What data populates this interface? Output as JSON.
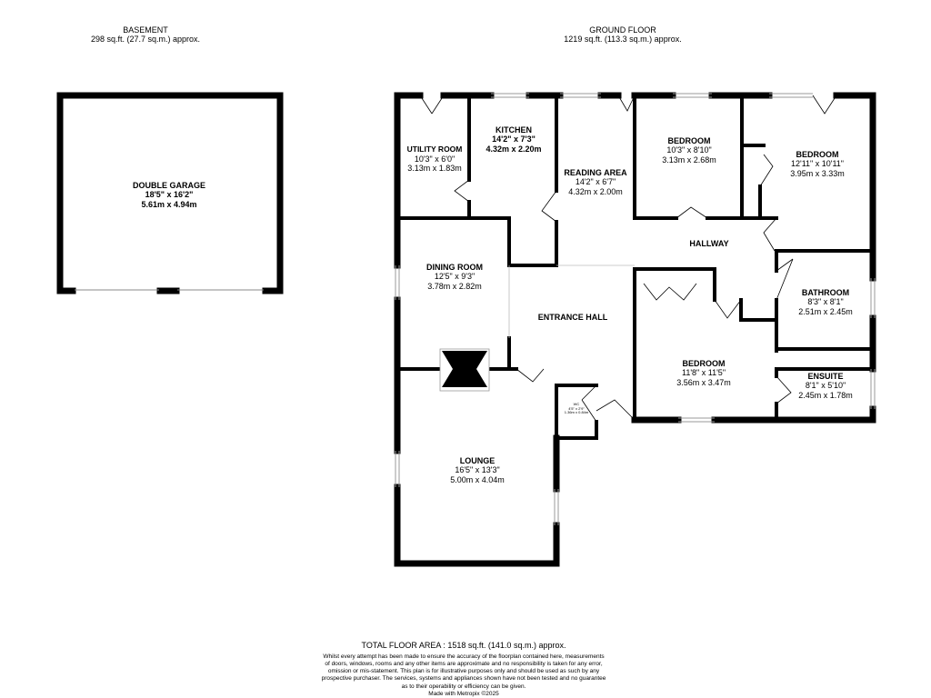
{
  "headers": {
    "basement": {
      "title": "BASEMENT",
      "area": "298 sq.ft. (27.7 sq.m.) approx."
    },
    "ground_floor": {
      "title": "GROUND FLOOR",
      "area": "1219 sq.ft. (113.3 sq.m.) approx."
    }
  },
  "rooms": {
    "double_garage": {
      "name": "DOUBLE GARAGE",
      "imperial": "18'5\" x 16'2\"",
      "metric": "5.61m x 4.94m"
    },
    "utility_room": {
      "name": "UTILITY ROOM",
      "imperial": "10'3\" x 6'0\"",
      "metric": "3.13m x 1.83m"
    },
    "kitchen": {
      "name": "KITCHEN",
      "imperial": "14'2\" x 7'3\"",
      "metric": "4.32m x 2.20m"
    },
    "reading_area": {
      "name": "READING AREA",
      "imperial": "14'2\" x 6'7\"",
      "metric": "4.32m x 2.00m"
    },
    "bedroom_1": {
      "name": "BEDROOM",
      "imperial": "10'3\" x 8'10\"",
      "metric": "3.13m x 2.68m"
    },
    "bedroom_2": {
      "name": "BEDROOM",
      "imperial": "12'11\" x 10'11\"",
      "metric": "3.95m x 3.33m"
    },
    "hallway": {
      "name": "HALLWAY"
    },
    "dining_room": {
      "name": "DINING ROOM",
      "imperial": "12'5\" x 9'3\"",
      "metric": "3.78m x 2.82m"
    },
    "entrance_hall": {
      "name": "ENTRANCE HALL"
    },
    "bathroom": {
      "name": "BATHROOM",
      "imperial": "8'3\" x 8'1\"",
      "metric": "2.51m x 2.45m"
    },
    "bedroom_3": {
      "name": "BEDROOM",
      "imperial": "11'8\" x 11'5\"",
      "metric": "3.56m x 3.47m"
    },
    "ensuite": {
      "name": "ENSUITE",
      "imperial": "8'1\" x 5'10\"",
      "metric": "2.45m x 1.78m"
    },
    "wc": {
      "name": "WC",
      "imperial": "4'5\" x 2'9\"",
      "metric": "1.36m x 0.84m"
    },
    "lounge": {
      "name": "LOUNGE",
      "imperial": "16'5\" x 13'3\"",
      "metric": "5.00m x 4.04m"
    }
  },
  "footer": {
    "total": "TOTAL FLOOR AREA : 1518 sq.ft. (141.0 sq.m.) approx.",
    "disclaimer": [
      "Whilst every attempt has been made to ensure the accuracy of the floorplan contained here, measurements",
      "of doors, windows, rooms and any other items are approximate and no responsibility is taken for any error,",
      "omission or mis-statement. This plan is for illustrative purposes only and should be used as such by any",
      "prospective purchaser. The services, systems and appliances shown have not been tested and no guarantee",
      "as to their operability or efficiency can be given.",
      "Made with Metropix ©2025"
    ]
  },
  "colors": {
    "wall": "#000000",
    "window": "#9a9a9a",
    "background": "#ffffff"
  }
}
